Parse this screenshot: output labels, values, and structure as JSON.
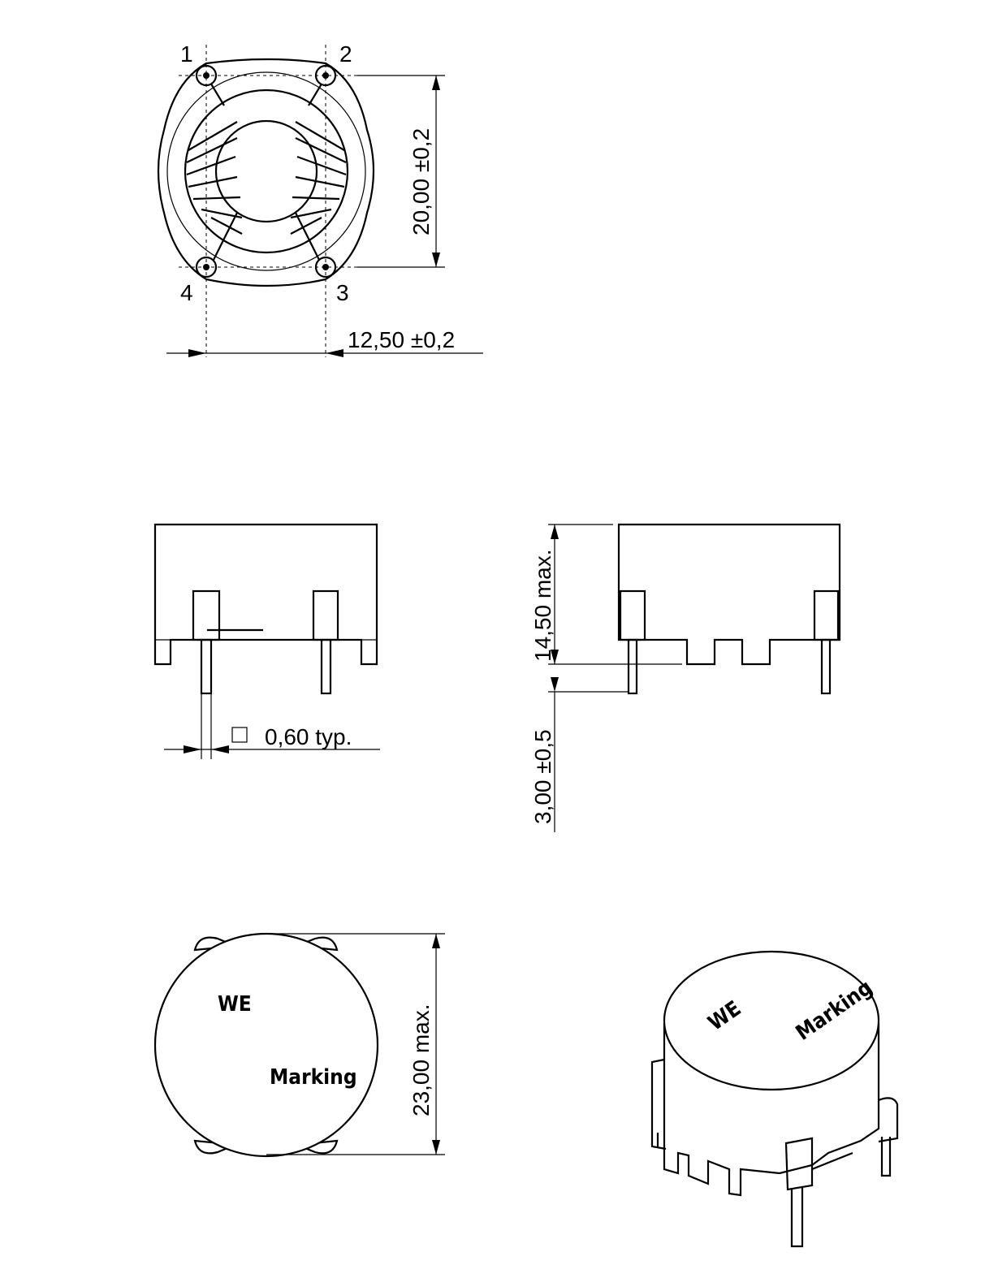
{
  "top_view": {
    "pin_labels": [
      "1",
      "2",
      "3",
      "4"
    ],
    "height_dim": "20,00 ±0,2",
    "pitch_dim": "12,50 ±0,2"
  },
  "front_view": {
    "pin_dim": "0,60  typ.",
    "pin_square_symbol": "□"
  },
  "side_view": {
    "height_dim": "14,50  max.",
    "pin_length_dim": "3,00 ±0,5"
  },
  "bottom_view": {
    "logo": "WE",
    "marking": "Marking",
    "diameter_dim": "23,00  max."
  },
  "iso_view": {
    "logo": "WE",
    "marking": "Marking"
  }
}
